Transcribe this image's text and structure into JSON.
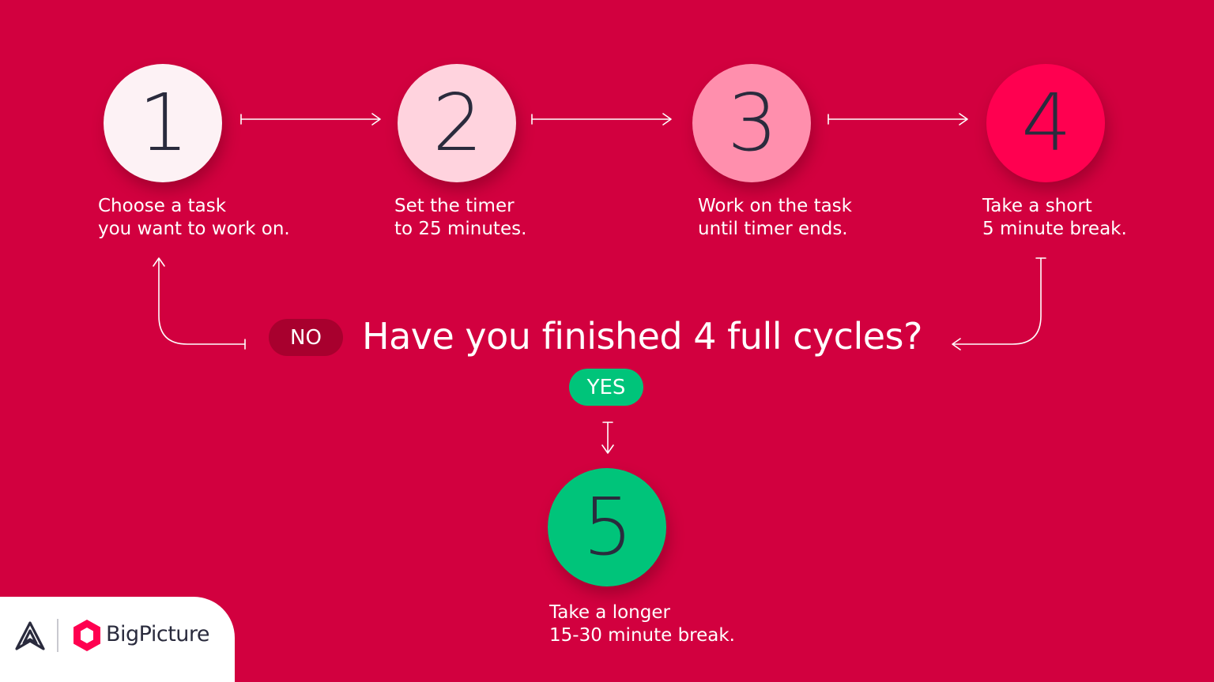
{
  "steps": [
    {
      "number": "1",
      "line1": "Choose a task",
      "line2": "you want to work on.",
      "circle_color": "#fdf2f5"
    },
    {
      "number": "2",
      "line1": "Set the timer",
      "line2": "to 25 minutes.",
      "circle_color": "#ffd3de"
    },
    {
      "number": "3",
      "line1": "Work on the task",
      "line2": "until timer ends.",
      "circle_color": "#ff8fad"
    },
    {
      "number": "4",
      "line1": "Take a short",
      "line2": "5 minute break.",
      "circle_color": "#ff0050"
    },
    {
      "number": "5",
      "line1": "Take a longer",
      "line2": "15-30 minute break.",
      "circle_color": "#00c47a"
    }
  ],
  "decision": {
    "question": "Have you finished 4 full cycles?",
    "no_label": "NO",
    "yes_label": "YES"
  },
  "branding": {
    "logo_text": "BigPicture"
  },
  "colors": {
    "background": "#d2003f",
    "no_pill": "#a8002e",
    "yes_pill": "#00c47a",
    "number_text": "#2a2b3d",
    "connector": "#ffffff"
  }
}
